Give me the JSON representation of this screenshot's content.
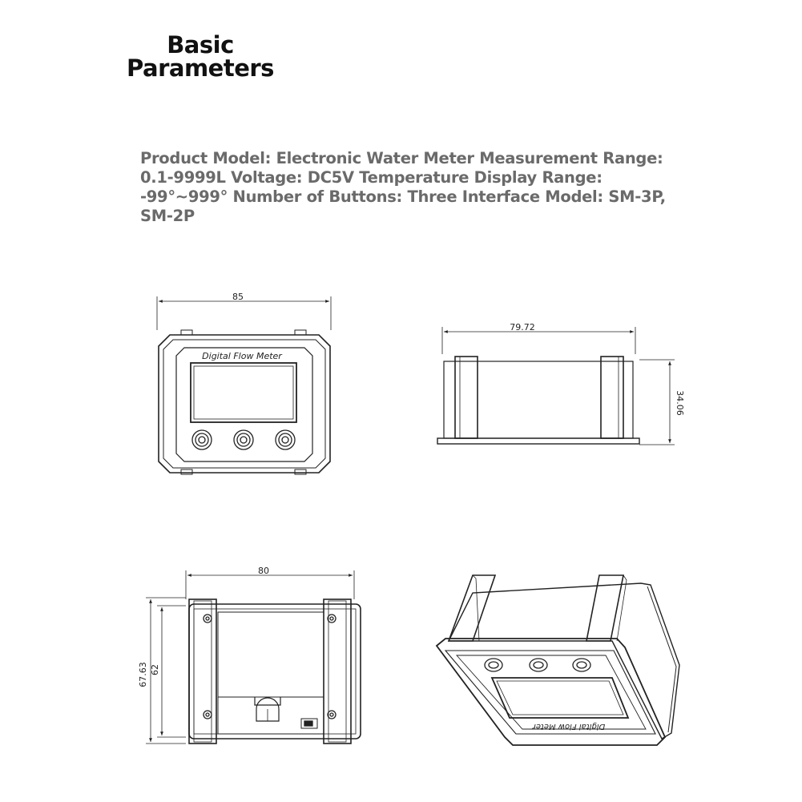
{
  "title": {
    "line1": "Basic",
    "line2": "Parameters"
  },
  "parameters_text": "Product Model: Electronic Water Meter Measurement Range: 0.1-9999L Voltage: DC5V Temperature Display Range: -99°~999° Number of Buttons: Three Interface Model: SM-3P, SM-2P",
  "drawings": {
    "front_view": {
      "width_dim": "85",
      "device_label": "Digital Flow Meter"
    },
    "side_view": {
      "width_dim": "79.72",
      "height_dim": "34.06"
    },
    "back_view": {
      "width_dim": "80",
      "outer_height_dim": "67.63",
      "inner_height_dim": "62"
    },
    "perspective_view": {
      "device_label": "Digital Flow Meter"
    }
  }
}
